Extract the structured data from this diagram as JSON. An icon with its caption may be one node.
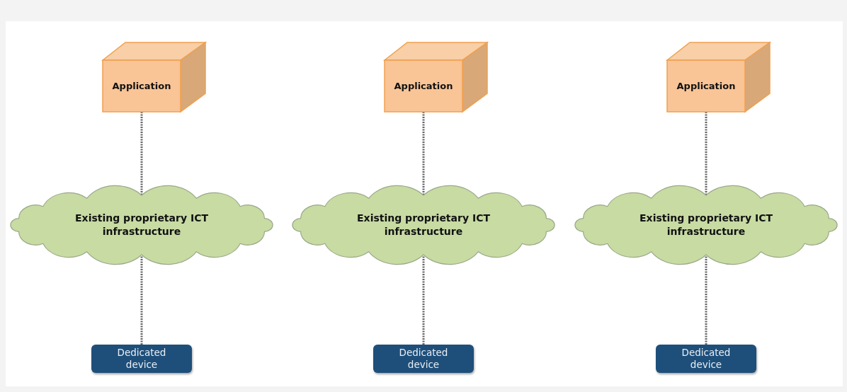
{
  "diagram": {
    "nodes": [
      {
        "text": [
          "Application"
        ]
      },
      {
        "text": [
          "Application"
        ]
      },
      {
        "text": [
          "Application"
        ]
      },
      {
        "text": [
          "Existing proprietary ICT infrastructure"
        ]
      },
      {
        "text": [
          "Existing proprietary ICT infrastructure"
        ]
      },
      {
        "text": [
          "Existing proprietary ICT infrastructure"
        ]
      },
      {
        "text": [
          "Dedicated device"
        ]
      },
      {
        "text": [
          "Dedicated device"
        ]
      },
      {
        "text": [
          "Dedicated device"
        ]
      }
    ],
    "edges": [
      {
        "from": 0,
        "to": 3,
        "arrow": "none",
        "style": "dashed"
      },
      {
        "from": 3,
        "to": 6,
        "arrow": "none",
        "style": "dashed"
      },
      {
        "from": 1,
        "to": 4,
        "arrow": "none",
        "style": "dashed"
      },
      {
        "from": 4,
        "to": 7,
        "arrow": "none",
        "style": "dashed"
      },
      {
        "from": 2,
        "to": 5,
        "arrow": "none",
        "style": "dashed"
      },
      {
        "from": 5,
        "to": 8,
        "arrow": "none",
        "style": "dashed"
      }
    ]
  }
}
